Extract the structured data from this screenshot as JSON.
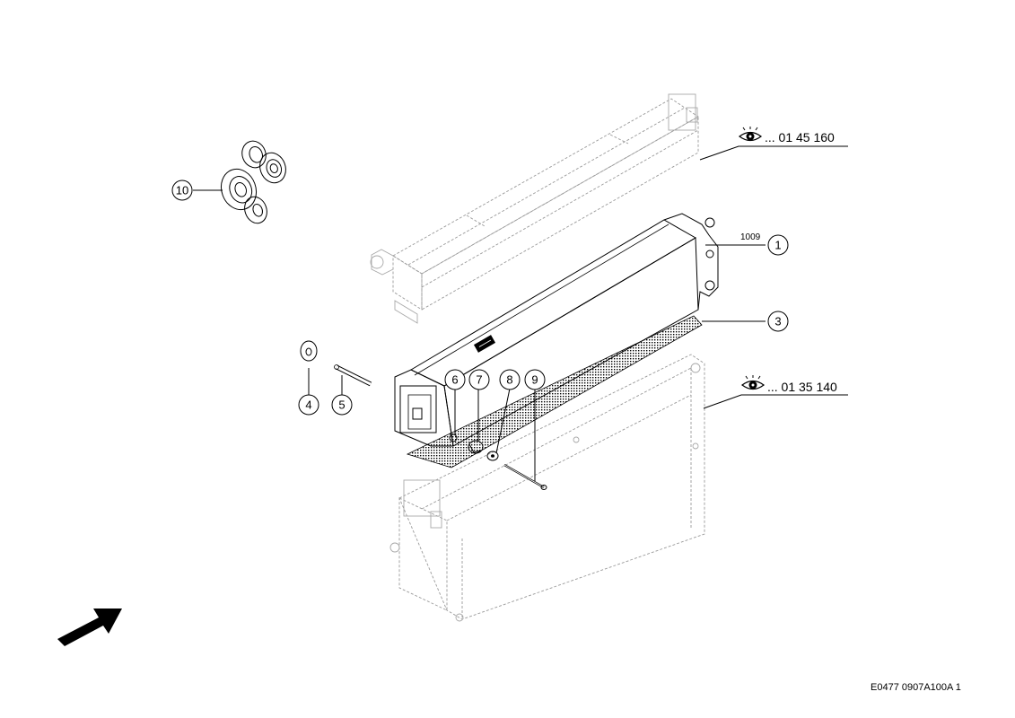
{
  "diagram": {
    "callouts": [
      {
        "id": "1",
        "label": "1"
      },
      {
        "id": "3",
        "label": "3"
      },
      {
        "id": "4",
        "label": "4"
      },
      {
        "id": "5",
        "label": "5"
      },
      {
        "id": "6",
        "label": "6"
      },
      {
        "id": "7",
        "label": "7"
      },
      {
        "id": "8",
        "label": "8"
      },
      {
        "id": "9",
        "label": "9"
      },
      {
        "id": "10",
        "label": "10"
      }
    ],
    "qty_label": "1009",
    "references": [
      {
        "icon": "eye-icon",
        "text": "... 01 45 160"
      },
      {
        "icon": "eye-icon",
        "text": "... 01 35 140"
      }
    ],
    "footer_code": "E0477 0907A100A 1"
  }
}
